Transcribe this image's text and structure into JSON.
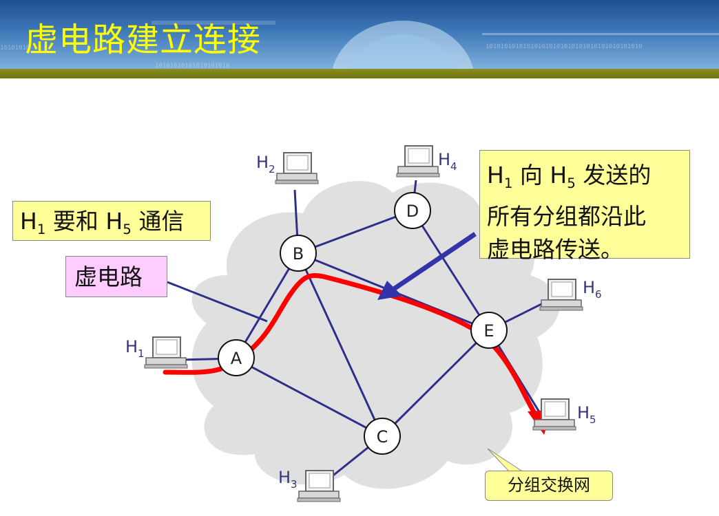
{
  "slide": {
    "title": "虚电路建立连接"
  },
  "callouts": {
    "goal": {
      "h_a": "H",
      "sub_a": "1",
      "mid": " 要和 ",
      "h_b": "H",
      "sub_b": "5",
      "tail": " 通信"
    },
    "virtual_circuit": "虚电路",
    "note": {
      "h_a": "H",
      "sub_a": "1",
      "mid": " 向 ",
      "h_b": "H",
      "sub_b": "5",
      "tail": " 发送的",
      "line2": "所有分组都沿此",
      "line3": "虚电路传送。"
    },
    "network": "分组交换网"
  },
  "nodes": {
    "A": "A",
    "B": "B",
    "C": "C",
    "D": "D",
    "E": "E"
  },
  "hosts": {
    "H1": {
      "letter": "H",
      "sub": "1"
    },
    "H2": {
      "letter": "H",
      "sub": "2"
    },
    "H3": {
      "letter": "H",
      "sub": "3"
    },
    "H4": {
      "letter": "H",
      "sub": "4"
    },
    "H5": {
      "letter": "H",
      "sub": "5"
    },
    "H6": {
      "letter": "H",
      "sub": "6"
    }
  },
  "colors": {
    "title": "#ffff00",
    "link": "#2e2e8c",
    "circuit": "#ff0000",
    "arrow": "#3333aa",
    "cloud": "#e0e0e0"
  }
}
